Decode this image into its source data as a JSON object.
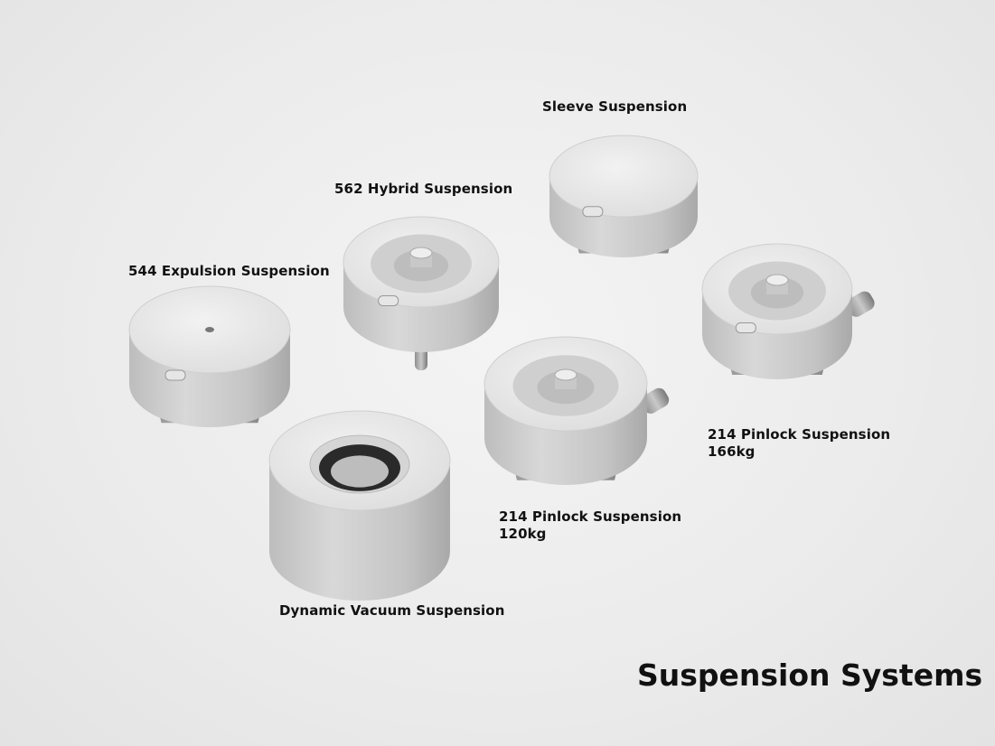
{
  "title": "Suspension Systems",
  "products": [
    {
      "name": "Sleeve Suspension"
    },
    {
      "name": "562 Hybrid Suspension"
    },
    {
      "name": "544 Expulsion Suspension"
    },
    {
      "name": "Dynamic Vacuum Suspension"
    },
    {
      "name": "214 Pinlock Suspension",
      "capacity": "120kg"
    },
    {
      "name": "214 Pinlock Suspension",
      "capacity": "166kg"
    }
  ]
}
